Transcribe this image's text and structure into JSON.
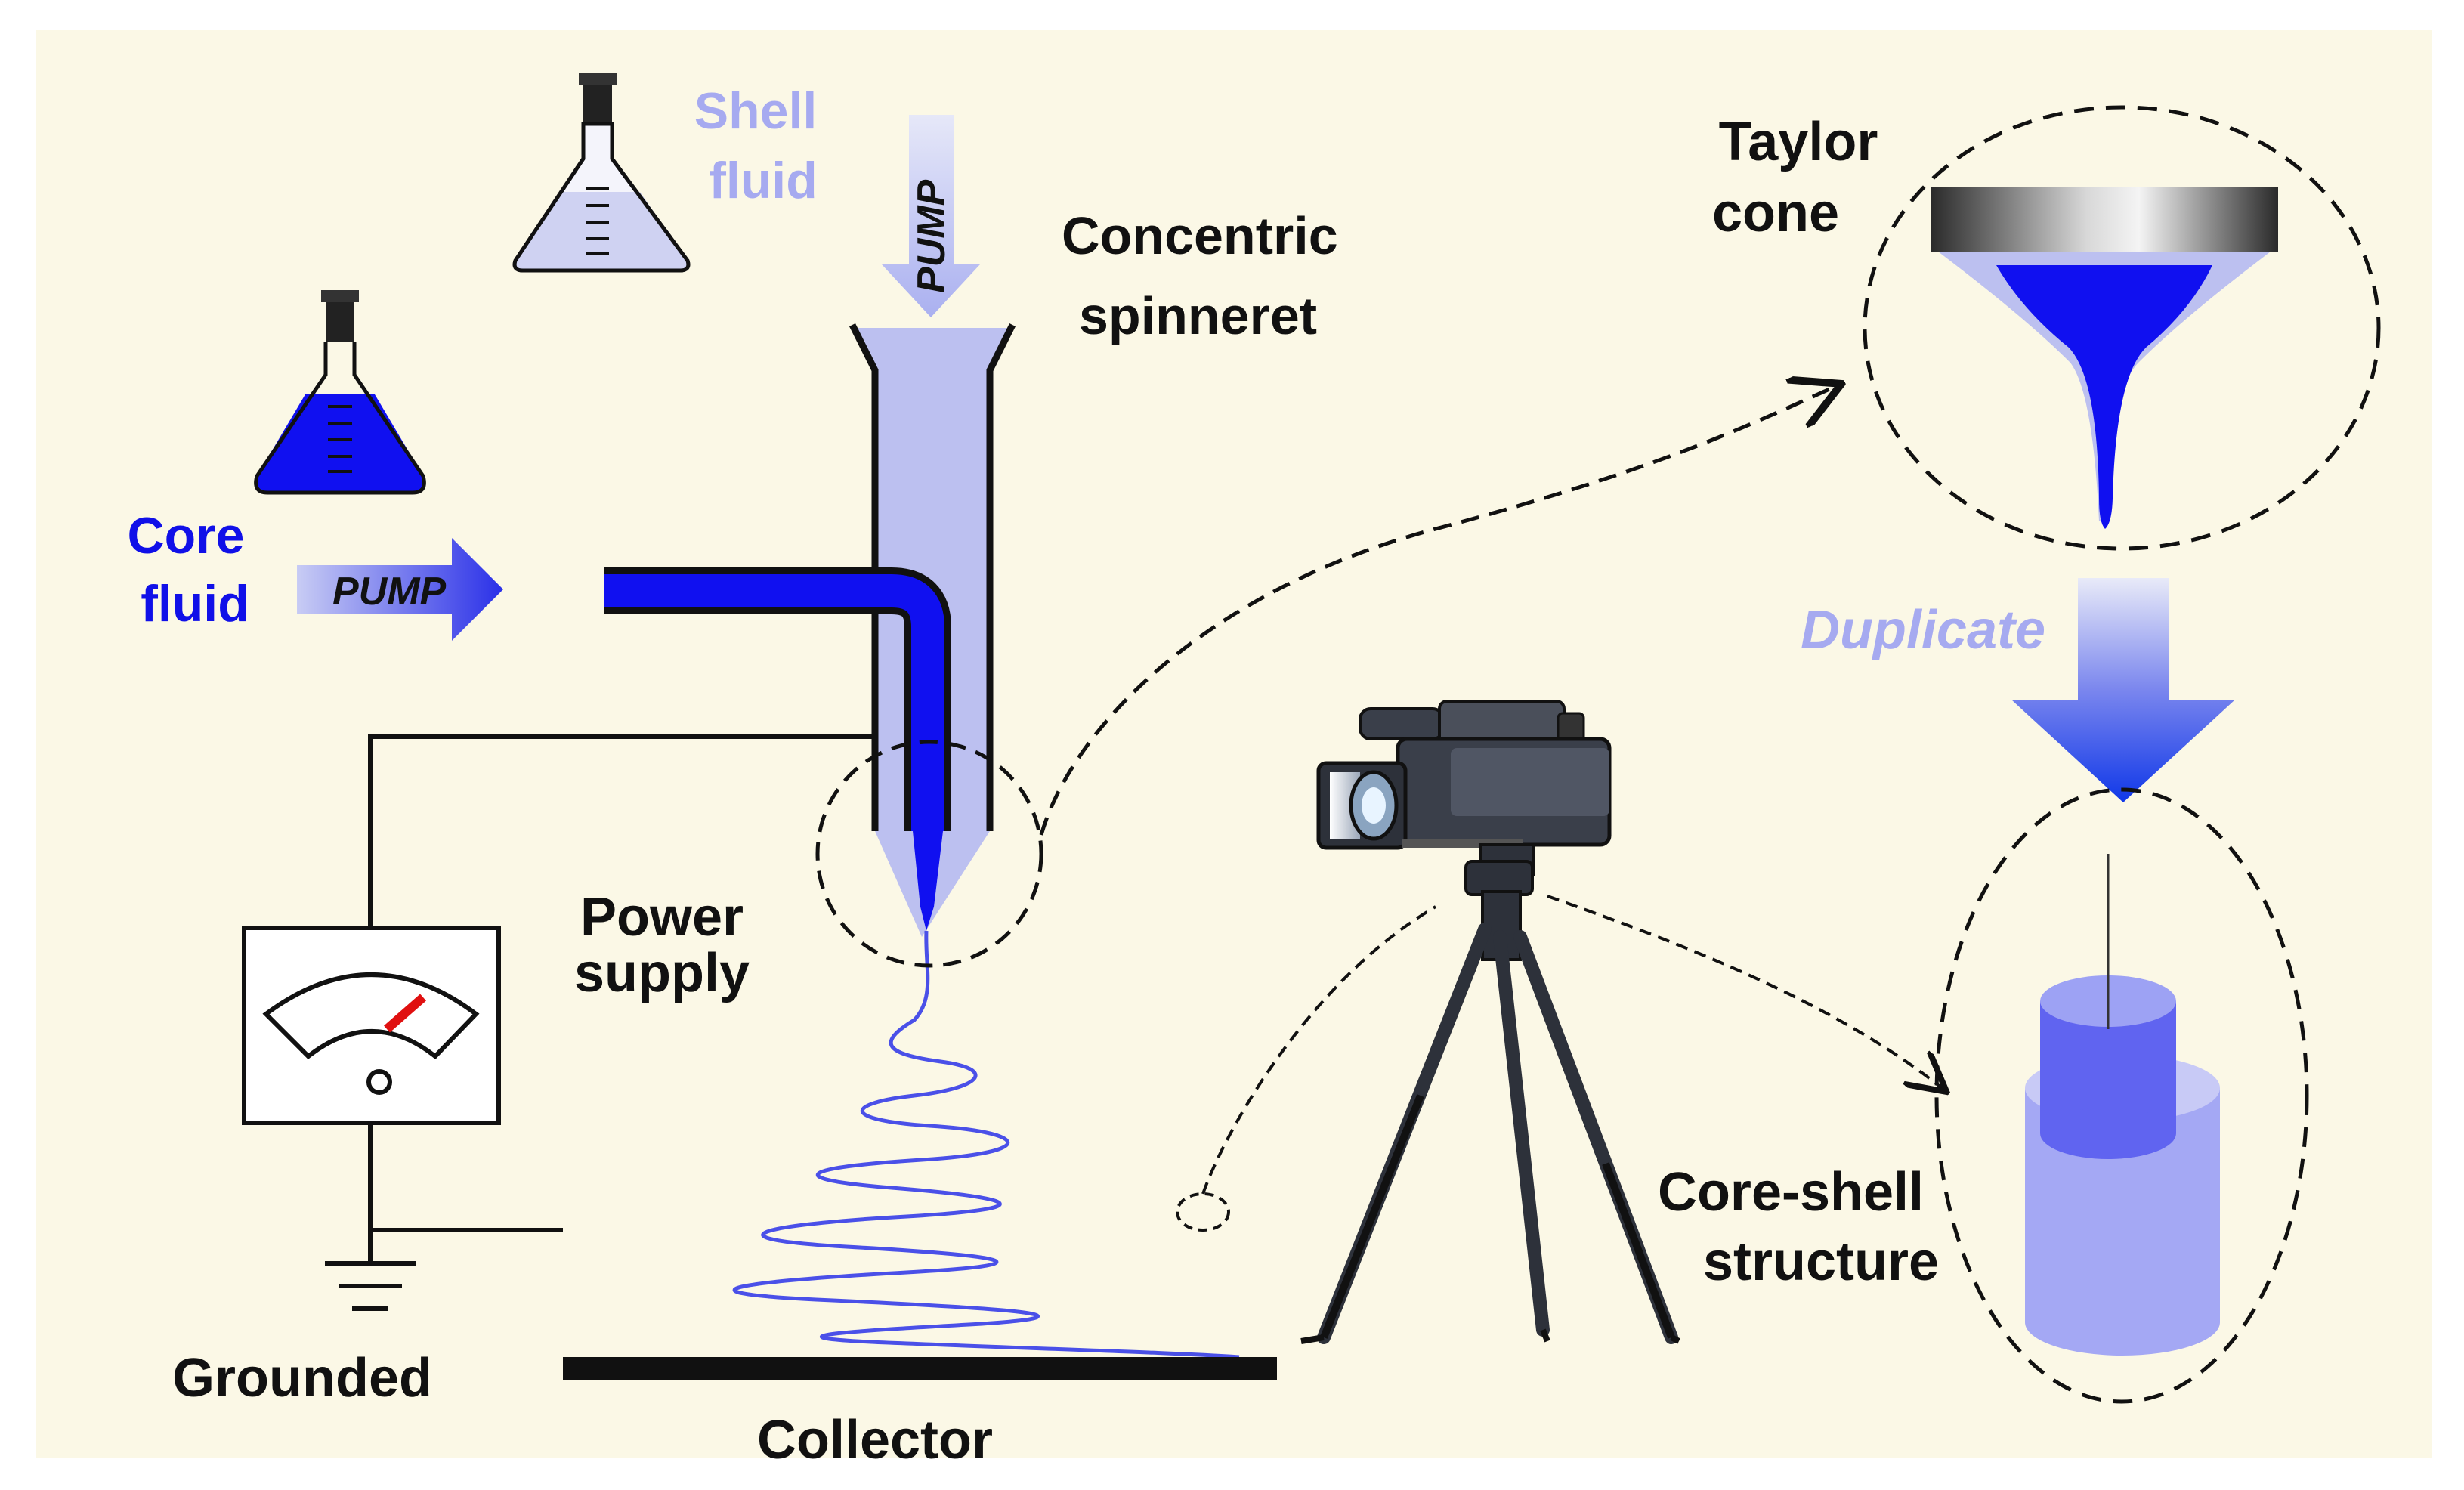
{
  "labels": {
    "shell_fluid_line1": "Shell",
    "shell_fluid_line2": "fluid",
    "shell_pump": "PUMP",
    "core_fluid_line1": "Core",
    "core_fluid_line2": "fluid",
    "core_pump": "PUMP",
    "spinneret_line1": "Concentric",
    "spinneret_line2": "spinneret",
    "taylor_line1": "Taylor",
    "taylor_line2": "cone",
    "duplicate": "Duplicate",
    "power_line1": "Power",
    "power_line2": "supply",
    "collector": "Collector",
    "grounded": "Grounded",
    "coreshell_line1": "Core-shell",
    "coreshell_line2": "structure"
  },
  "colors": {
    "background": "#fbf8e6",
    "core": "#1010f0",
    "shell": "#bcc0f0",
    "shell_text": "#a6aaf0",
    "core_text": "#1010e8",
    "ink": "#111111",
    "meter_needle": "#e01010"
  },
  "icons": [
    "flask-icon",
    "video-camera-icon",
    "tripod-icon",
    "power-meter-icon",
    "ground-icon"
  ]
}
